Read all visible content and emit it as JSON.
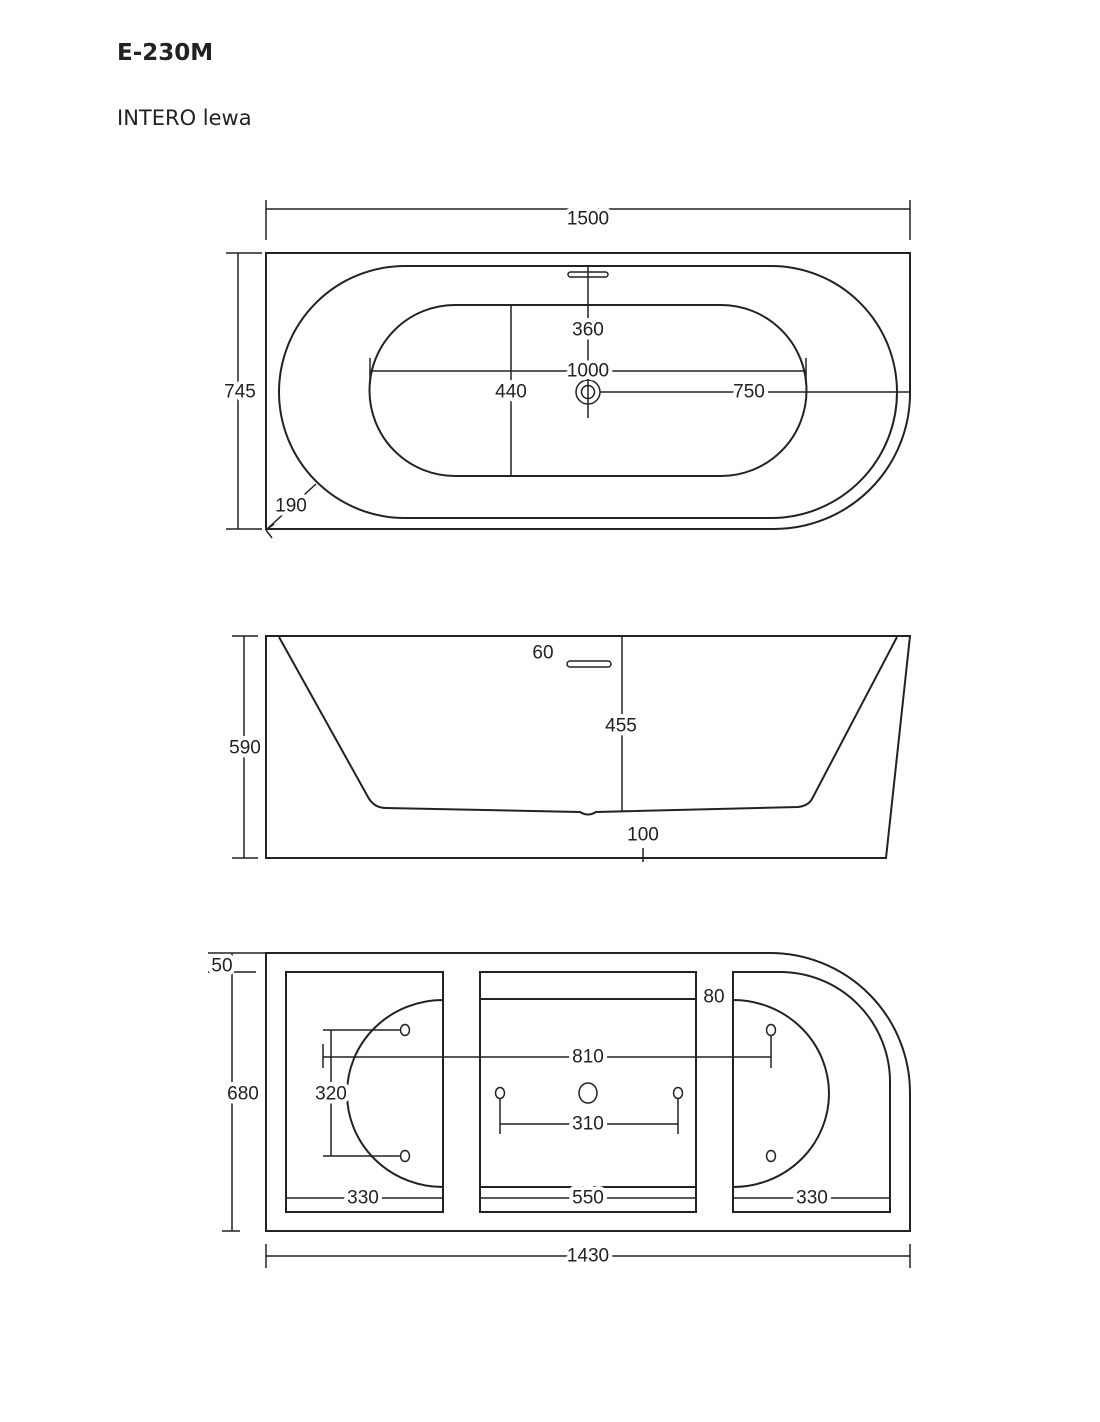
{
  "header": {
    "title": "E-230M",
    "subtitle": "INTERO lewa"
  },
  "top_view": {
    "length": "1500",
    "width": "745",
    "overflow_offset": "360",
    "inner_length": "1000",
    "inner_width": "440",
    "drain_offset": "750",
    "corner_radius": "190"
  },
  "side_view": {
    "height": "590",
    "overflow_depth": "60",
    "inner_depth": "455",
    "bottom_thickness": "100"
  },
  "bottom_view": {
    "edge": "50",
    "depth": "680",
    "top_rail": "80",
    "leg_span": "810",
    "leg_pair": "320",
    "center_pair": "310",
    "left_panel": "330",
    "center_panel": "550",
    "right_panel": "330",
    "length": "1430"
  }
}
